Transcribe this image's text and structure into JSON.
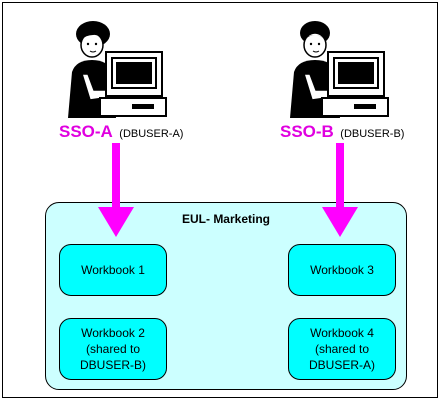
{
  "colors": {
    "sso": "#e000e0",
    "arrow": "#ff00ff",
    "eul_fill": "#ccffff",
    "workbook_fill": "#00ffff"
  },
  "users": [
    {
      "sso": "SSO-A",
      "dbuser": "(DBUSER-A)"
    },
    {
      "sso": "SSO-B",
      "dbuser": "(DBUSER-B)"
    }
  ],
  "eul": {
    "title": "EUL- Marketing",
    "workbooks": [
      {
        "lines": [
          "Workbook 1"
        ]
      },
      {
        "lines": [
          "Workbook 2",
          "(shared to",
          "DBUSER-B)"
        ]
      },
      {
        "lines": [
          "Workbook 3"
        ]
      },
      {
        "lines": [
          "Workbook 4",
          "(shared to",
          "DBUSER-A)"
        ]
      }
    ]
  },
  "icons": [
    "user-at-computer-icon",
    "user-at-computer-icon"
  ]
}
